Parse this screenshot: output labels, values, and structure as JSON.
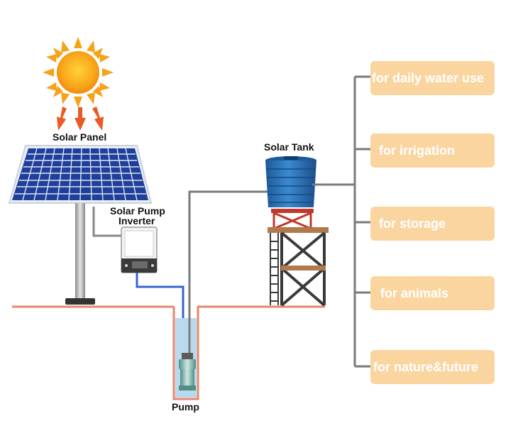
{
  "labels": {
    "solar_panel": "Solar Panel",
    "inverter_line1": "Solar Pump",
    "inverter_line2": "Inverter",
    "solar_tank": "Solar Tank",
    "pump": "Pump"
  },
  "uses": [
    "for daily water use",
    "for irrigation",
    "for storage",
    "for animals",
    "for nature&future"
  ],
  "colors": {
    "sun": "#f6a21a",
    "arrows": "#ea5a24",
    "panel": "#1f3f9a",
    "pipe": "#7a7a7a",
    "ground": "#e8866a",
    "water": "#b9d9ee",
    "tank": "#2a6fb5",
    "tank_stand": "#b07a4c",
    "use_box": "#fbd5a0"
  }
}
